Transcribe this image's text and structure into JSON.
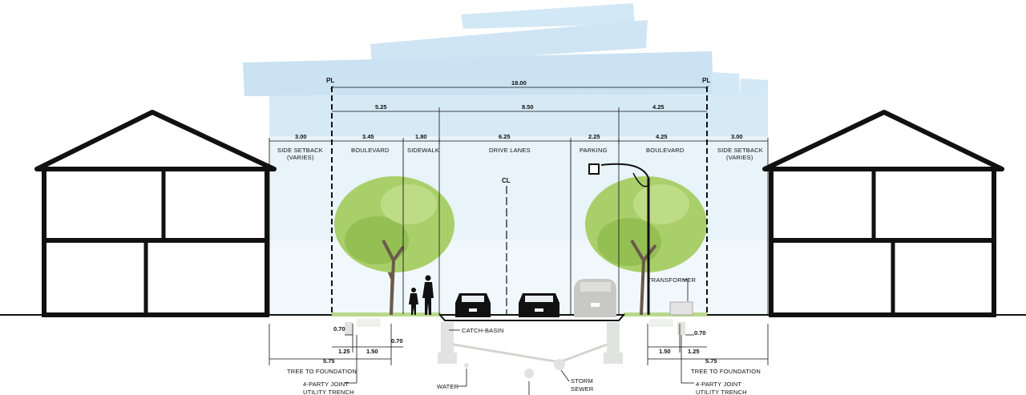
{
  "colors": {
    "sky_band": "#cfe5f3",
    "sky_fade": "#eaf4fb",
    "ground": "#111111",
    "tree_canopy": "#a9cf6a",
    "tree_canopy_dark": "#7fae3f",
    "trunk": "#6b5a4a",
    "grass": "#b8d98a",
    "pipe": "#d9dcd8",
    "house": "#111111"
  },
  "icons": {
    "tree": "tree-icon",
    "pedestrian": "pedestrian-icon",
    "car": "car-icon",
    "van": "van-icon",
    "streetlight": "streetlight-icon",
    "transformer": "transformer-box-icon",
    "house": "house-icon"
  },
  "labels": {
    "pl_left": "PL",
    "pl_right": "PL",
    "total_width": "18.00",
    "left_width": "5.25",
    "center_width": "8.50",
    "right_width": "4.25",
    "cl": "CL",
    "transformer": "TRANSFORMER",
    "catch_basin": "CATCH-BASIN",
    "water": "WATER",
    "storm_sewer_1": "STORM",
    "storm_sewer_2": "SEWER"
  },
  "segments": [
    {
      "width": "3.00",
      "name1": "SIDE SETBACK",
      "name2": "(VARIES)"
    },
    {
      "width": "3.45",
      "name1": "BOULEVARD",
      "name2": ""
    },
    {
      "width": "1.80",
      "name1": "SIDEWALK",
      "name2": ""
    },
    {
      "width": "6.25",
      "name1": "DRIVE LANES",
      "name2": ""
    },
    {
      "width": "2.25",
      "name1": "PARKING",
      "name2": ""
    },
    {
      "width": "4.25",
      "name1": "BOULEVARD",
      "name2": ""
    },
    {
      "width": "3.00",
      "name1": "SIDE SETBACK",
      "name2": "(VARIES)"
    }
  ],
  "below_left": {
    "d070_a": "0.70",
    "d125": "1.25",
    "d150": "1.50",
    "d070_b": "0.70",
    "d575": "5.75",
    "tree_to_foundation": "TREE TO FOUNDATION",
    "trench_1": "4-PARTY JOINT",
    "trench_2": "UTILITY TRENCH"
  },
  "below_right": {
    "d070": "0.70",
    "d150": "1.50",
    "d125": "1.25",
    "d575": "5.75",
    "tree_to_foundation": "TREE TO FOUNDATION",
    "trench_1": "4-PARTY JOINT",
    "trench_2": "UTILITY TRENCH"
  }
}
